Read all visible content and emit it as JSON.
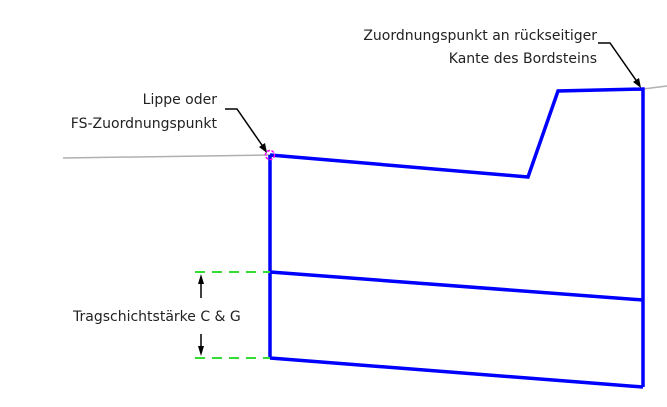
{
  "labels": {
    "lip_line1": "Lippe oder",
    "lip_line2": "FS-Zuordnungspunkt",
    "back_line1": "Zuordnungspunkt an rückseitiger",
    "back_line2": "Kante des Bordsteins",
    "thickness": "Tragschichtstärke C & G"
  },
  "colors": {
    "curb": "#0000ff",
    "ground": "#b0b0b0",
    "dimension": "#33dd33",
    "marker": "#ff00ff",
    "leader": "#000000"
  }
}
